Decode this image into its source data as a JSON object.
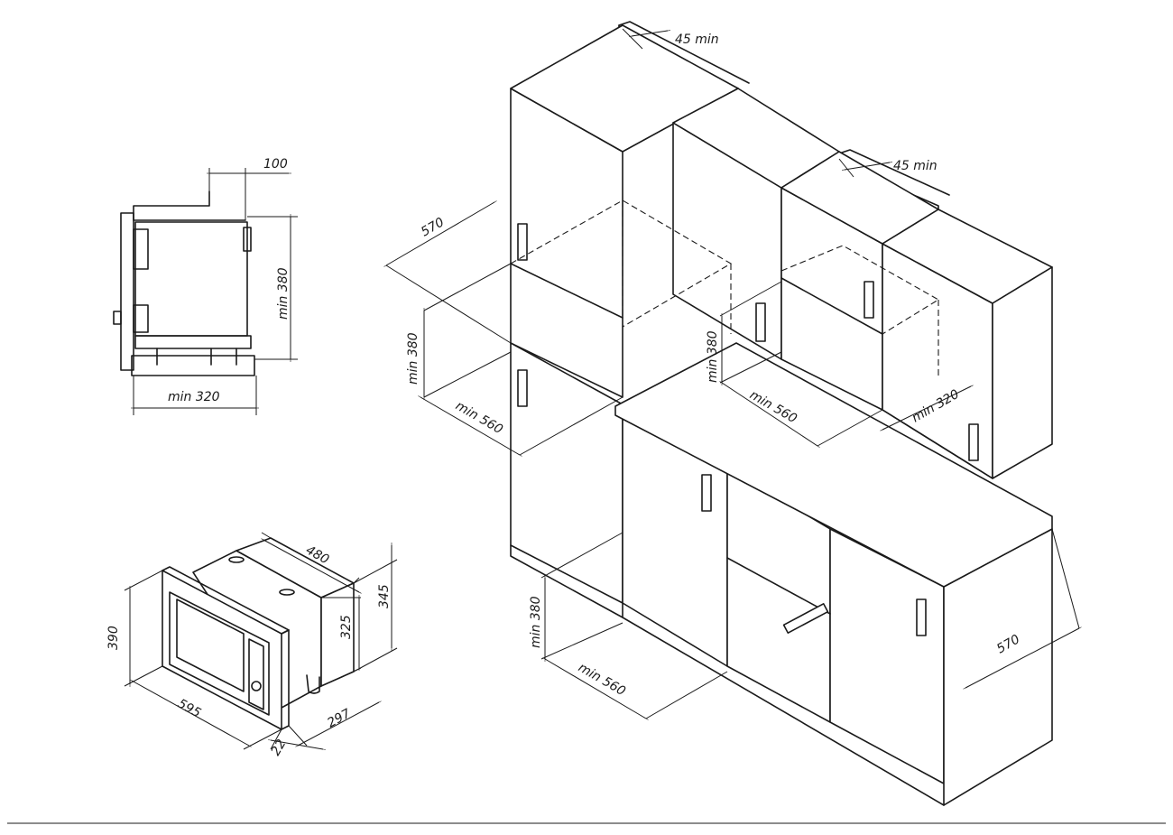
{
  "dimensions": {
    "side_top_offset": "100",
    "side_height": "min 380",
    "side_depth": "min 320",
    "unit_depth": "480",
    "unit_height_outer": "345",
    "unit_height_inner": "325",
    "unit_front_height": "390",
    "unit_width": "595",
    "unit_frame_depth": "297",
    "unit_frame_thickness": "22",
    "gap_top": "45 min",
    "gap_right": "45 min",
    "upper_width": "570",
    "upper_height": "min 380",
    "upper_depth": "min 560",
    "mid_height": "min 380",
    "mid_depth": "min 560",
    "mid_right_depth": "min 320",
    "lower_height": "min 380",
    "lower_depth": "min 560",
    "lower_width": "570"
  }
}
